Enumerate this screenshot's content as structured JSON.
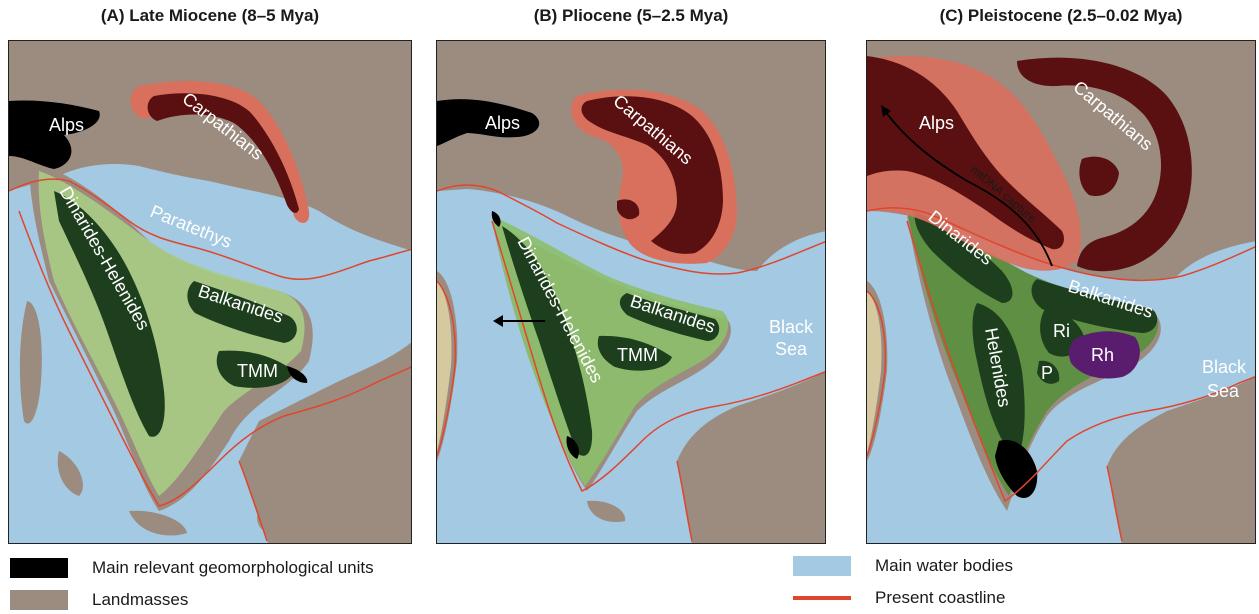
{
  "panels": [
    {
      "title": "(A) Late Miocene (8–5 Mya)",
      "labels": {
        "alps": "Alps",
        "carpathians": "Carpathians",
        "dinarides_helenides": "Dinarides-Helenides",
        "paratethys": "Paratethys",
        "balkanides": "Balkanides",
        "tmm": "TMM"
      }
    },
    {
      "title": "(B) Pliocene (5–2.5 Mya)",
      "labels": {
        "alps": "Alps",
        "carpathians": "Carpathians",
        "dinarides_helenides": "Dinarides-Helenides",
        "balkanides": "Balkanides",
        "tmm": "TMM",
        "black_sea_1": "Black",
        "black_sea_2": "Sea"
      }
    },
    {
      "title": "(C) Pleistocene (2.5–0.02 Mya)",
      "labels": {
        "alps": "Alps",
        "carpathians": "Carpathians",
        "mtdna_capture": "mtDNA capture",
        "dinarides": "Dinarides",
        "balkanides": "Balkanides",
        "helenides": "Helenides",
        "ri": "Ri",
        "p": "P",
        "rh": "Rh",
        "black_sea_1": "Black",
        "black_sea_2": "Sea"
      }
    }
  ],
  "legend": [
    {
      "label": "Main relevant geomorphological units",
      "color": "#000000"
    },
    {
      "label": "Landmasses",
      "color": "#9c8c80"
    },
    {
      "label": "Main water bodies",
      "color": "#a4c9e3"
    },
    {
      "label": "Present coastline",
      "color": "#e0462e"
    }
  ],
  "colors": {
    "water": "#a4c9e3",
    "land": "#9c8c80",
    "dark_green": "#1e3f1e",
    "light_green": "#8cbf6a",
    "dark_red": "#5a1010",
    "light_red": "#d9705e",
    "purple": "#5a1c6e",
    "coastline": "#e0462e"
  }
}
